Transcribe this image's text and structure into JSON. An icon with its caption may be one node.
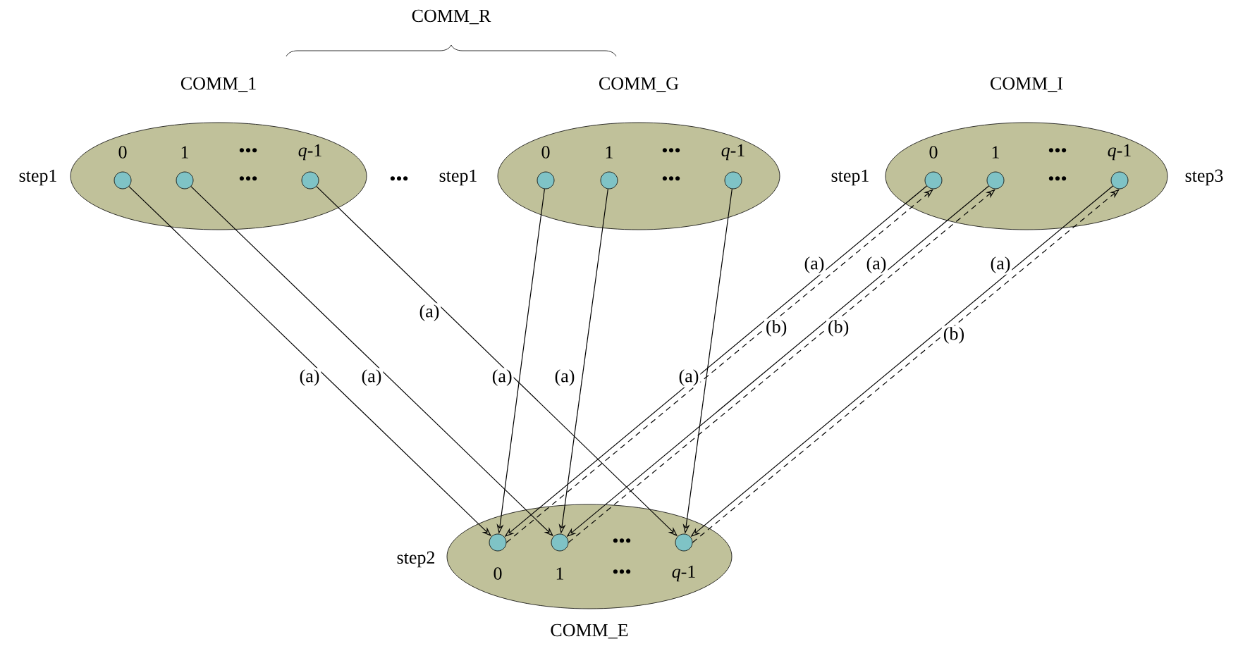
{
  "diagram": {
    "nodes": [
      {
        "text": [
          "COMM_1",
          "•••",
          "•••"
        ],
        "beside": [
          "step1"
        ]
      },
      {
        "text": [
          "0"
        ],
        "in": 0
      },
      {
        "text": [
          "1"
        ],
        "in": 0
      },
      {
        "text": [
          "*q*-1"
        ],
        "in": 0
      },
      {
        "text": [
          "COMM_G",
          "•••",
          "•••"
        ],
        "beside": [
          "step1"
        ]
      },
      {
        "text": [
          "0"
        ],
        "in": 4
      },
      {
        "text": [
          "1"
        ],
        "in": 4
      },
      {
        "text": [
          "*q*-1"
        ],
        "in": 4
      },
      {
        "text": [
          "COMM_I",
          "•••",
          "•••"
        ],
        "beside": [
          "step1",
          "step3"
        ]
      },
      {
        "text": [
          "0"
        ],
        "in": 8
      },
      {
        "text": [
          "1"
        ],
        "in": 8
      },
      {
        "text": [
          "*q*-1"
        ],
        "in": 8
      },
      {
        "text": [
          "•••",
          "•••",
          "COMM_E"
        ],
        "beside": [
          "step2"
        ]
      },
      {
        "text": [
          "0"
        ],
        "in": 12
      },
      {
        "text": [
          "1"
        ],
        "in": 12
      },
      {
        "text": [
          "*q*-1"
        ],
        "in": 12
      }
    ],
    "edges": [
      {
        "from": 1,
        "to": 13,
        "arrow": "to",
        "label": "(a)"
      },
      {
        "from": 2,
        "to": 14,
        "arrow": "to",
        "label": "(a)"
      },
      {
        "from": 3,
        "to": 15,
        "arrow": "to",
        "label": "(a)"
      },
      {
        "from": 5,
        "to": 13,
        "arrow": "to",
        "label": "(a)"
      },
      {
        "from": 6,
        "to": 14,
        "arrow": "to",
        "label": "(a)"
      },
      {
        "from": 7,
        "to": 15,
        "arrow": "to",
        "label": "(a)"
      },
      {
        "from": 9,
        "to": 13,
        "arrow": "to",
        "label": "(a)"
      },
      {
        "from": 10,
        "to": 14,
        "arrow": "to",
        "label": "(a)"
      },
      {
        "from": 11,
        "to": 15,
        "arrow": "to",
        "label": "(a)"
      },
      {
        "from": 13,
        "to": 9,
        "arrow": "to",
        "label": "(b)",
        "style": "dashed"
      },
      {
        "from": 14,
        "to": 10,
        "arrow": "to",
        "label": "(b)",
        "style": "dashed"
      },
      {
        "from": 15,
        "to": 11,
        "arrow": "to",
        "label": "(b)",
        "style": "dashed"
      }
    ],
    "labels": [
      "COMM_R",
      "•••"
    ]
  }
}
